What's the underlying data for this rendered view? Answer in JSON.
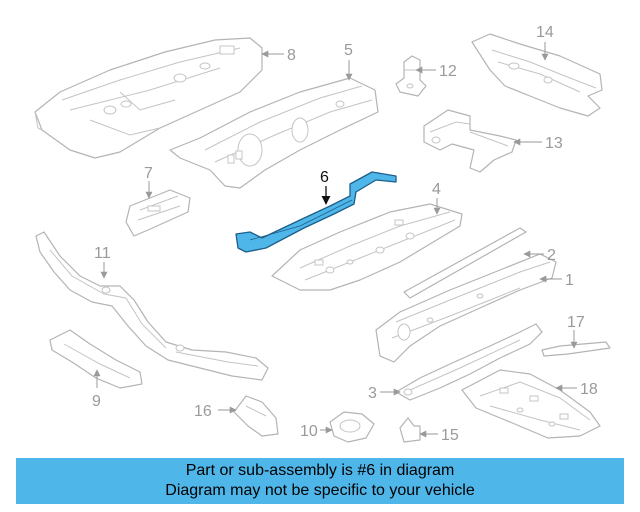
{
  "callouts": {
    "p1": "1",
    "p2": "2",
    "p3": "3",
    "p4": "4",
    "p5": "5",
    "p6": "6",
    "p7": "7",
    "p8": "8",
    "p9": "9",
    "p10": "10",
    "p11": "11",
    "p12": "12",
    "p13": "13",
    "p14": "14",
    "p15": "15",
    "p16": "16",
    "p17": "17",
    "p18": "18"
  },
  "highlighted_part": "6",
  "colors": {
    "highlight": "#4fb6ea",
    "line": "#b4b4b4",
    "label": "#9a9a9a"
  },
  "banner": {
    "line1": "Part or sub-assembly is #6 in diagram",
    "line2": "Diagram may not be specific to your vehicle"
  }
}
